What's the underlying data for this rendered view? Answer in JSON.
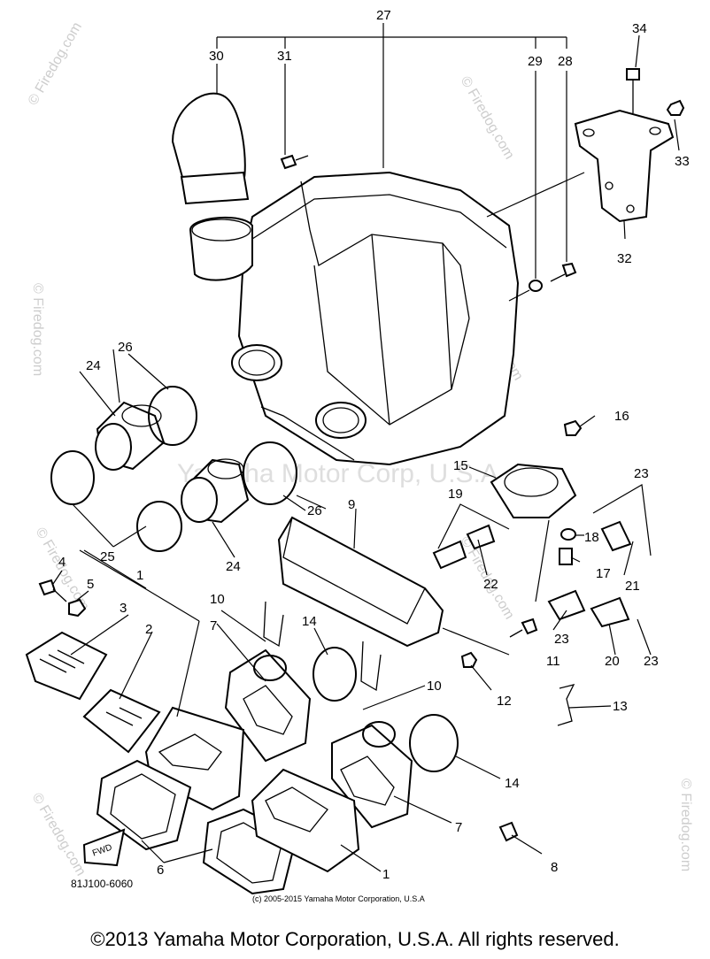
{
  "diagram": {
    "callouts": {
      "c1a": "1",
      "c1b": "1",
      "c2": "2",
      "c3": "3",
      "c4": "4",
      "c5": "5",
      "c6": "6",
      "c7a": "7",
      "c7b": "7",
      "c8": "8",
      "c9": "9",
      "c10a": "10",
      "c10b": "10",
      "c11": "11",
      "c12": "12",
      "c13": "13",
      "c14a": "14",
      "c14b": "14",
      "c15": "15",
      "c16": "16",
      "c17": "17",
      "c18": "18",
      "c19": "19",
      "c20": "20",
      "c21": "21",
      "c22": "22",
      "c23a": "23",
      "c23b": "23",
      "c23c": "23",
      "c24a": "24",
      "c24b": "24",
      "c25": "25",
      "c26a": "26",
      "c26b": "26",
      "c27": "27",
      "c28": "28",
      "c29": "29",
      "c30": "30",
      "c31": "31",
      "c32": "32",
      "c33": "33",
      "c34": "34"
    },
    "diagram_code": "81J100-6060",
    "fwd_label": "FWD",
    "small_copyright": "(c) 2005-2015 Yamaha Motor Corporation, U.S.A",
    "watermarks": {
      "firedog": "© Firedog.com",
      "center": "Yamaha Motor Corp, U.S.A."
    }
  },
  "footer": {
    "copyright": "©2013 Yamaha Motor Corporation, U.S.A. All rights reserved."
  }
}
